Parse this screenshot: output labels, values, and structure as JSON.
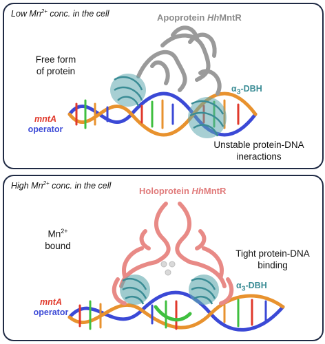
{
  "top_panel": {
    "condition_prefix": "Low Mn",
    "condition_sup": "2+",
    "condition_suffix": " conc. in the cell",
    "title_prefix": "Apoprotein ",
    "title_italic": "Hh",
    "title_suffix": "MntR",
    "free_form_label": "Free form of protein",
    "dbh_prefix": "α",
    "dbh_sub": "3",
    "dbh_suffix": "-DBH",
    "interaction_label": "Unstable protein-DNA ineractions",
    "operator_gene_m": "mnt",
    "operator_gene_a": "A",
    "operator_word": "operator"
  },
  "bottom_panel": {
    "condition_prefix": "High Mn",
    "condition_sup": "2+",
    "condition_suffix": " conc. in the cell",
    "title_prefix": "Holoprotein ",
    "title_italic": "Hh",
    "title_suffix": "MntR",
    "mn_label_prefix": "Mn",
    "mn_label_sup": "2+",
    "mn_label_suffix": "bound",
    "binding_label": "Tight protein-DNA binding",
    "dbh_prefix": "α",
    "dbh_sub": "3",
    "dbh_suffix": "-DBH",
    "operator_gene_m": "mnt",
    "operator_gene_a": "A",
    "operator_word": "operator"
  },
  "colors": {
    "apo_protein": "#9a9a9a",
    "holo_protein": "#e88a86",
    "dbh_helix": "#5fa8ae",
    "dna_red": "#e0392b",
    "dna_blue": "#3b49d6",
    "dna_green": "#3fbf3f",
    "dna_orange": "#e8922e",
    "border": "#1f2a44"
  }
}
